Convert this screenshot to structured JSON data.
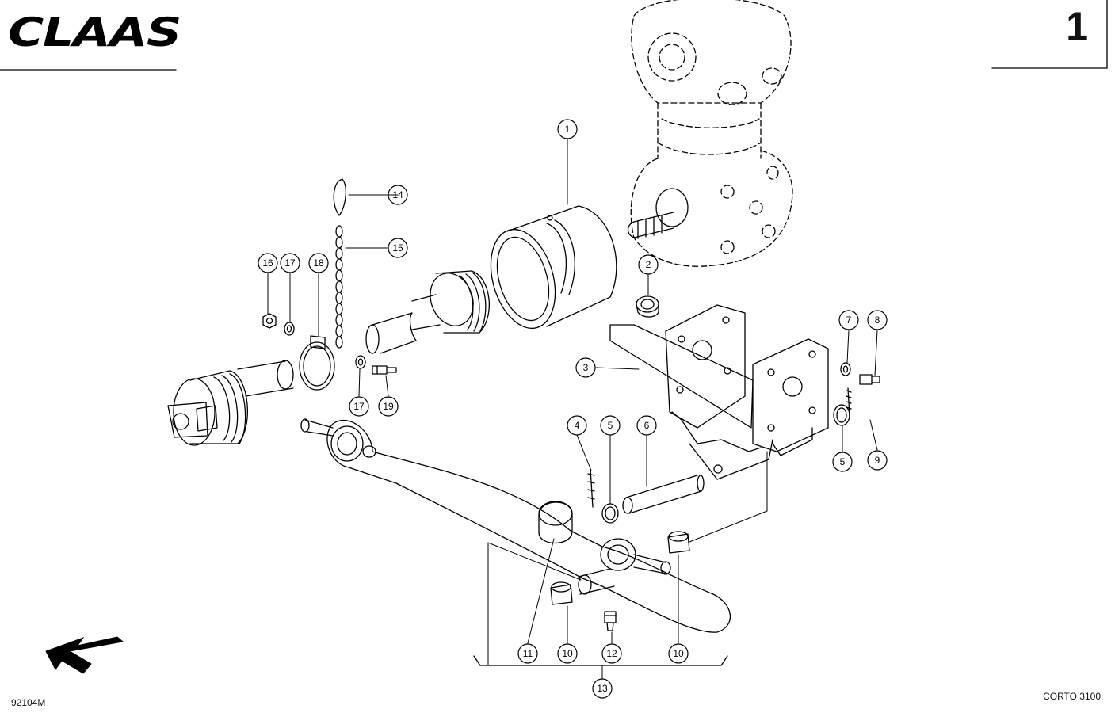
{
  "header": {
    "brand": "CLAAS",
    "page_number": "1"
  },
  "footer": {
    "drawing_number": "92104M",
    "model": "CORTO 3100"
  },
  "callouts": [
    {
      "id": "c1",
      "label": "1"
    },
    {
      "id": "c2",
      "label": "2"
    },
    {
      "id": "c3",
      "label": "3"
    },
    {
      "id": "c4",
      "label": "4"
    },
    {
      "id": "c5a",
      "label": "5"
    },
    {
      "id": "c5b",
      "label": "5"
    },
    {
      "id": "c6",
      "label": "6"
    },
    {
      "id": "c7",
      "label": "7"
    },
    {
      "id": "c8",
      "label": "8"
    },
    {
      "id": "c9",
      "label": "9"
    },
    {
      "id": "c10a",
      "label": "10"
    },
    {
      "id": "c10b",
      "label": "10"
    },
    {
      "id": "c11",
      "label": "11"
    },
    {
      "id": "c12",
      "label": "12"
    },
    {
      "id": "c13",
      "label": "13"
    },
    {
      "id": "c14",
      "label": "14"
    },
    {
      "id": "c15",
      "label": "15"
    },
    {
      "id": "c16",
      "label": "16"
    },
    {
      "id": "c17a",
      "label": "17"
    },
    {
      "id": "c17b",
      "label": "17"
    },
    {
      "id": "c18",
      "label": "18"
    },
    {
      "id": "c19",
      "label": "19"
    }
  ],
  "icons": [
    "direction-arrow-icon"
  ]
}
